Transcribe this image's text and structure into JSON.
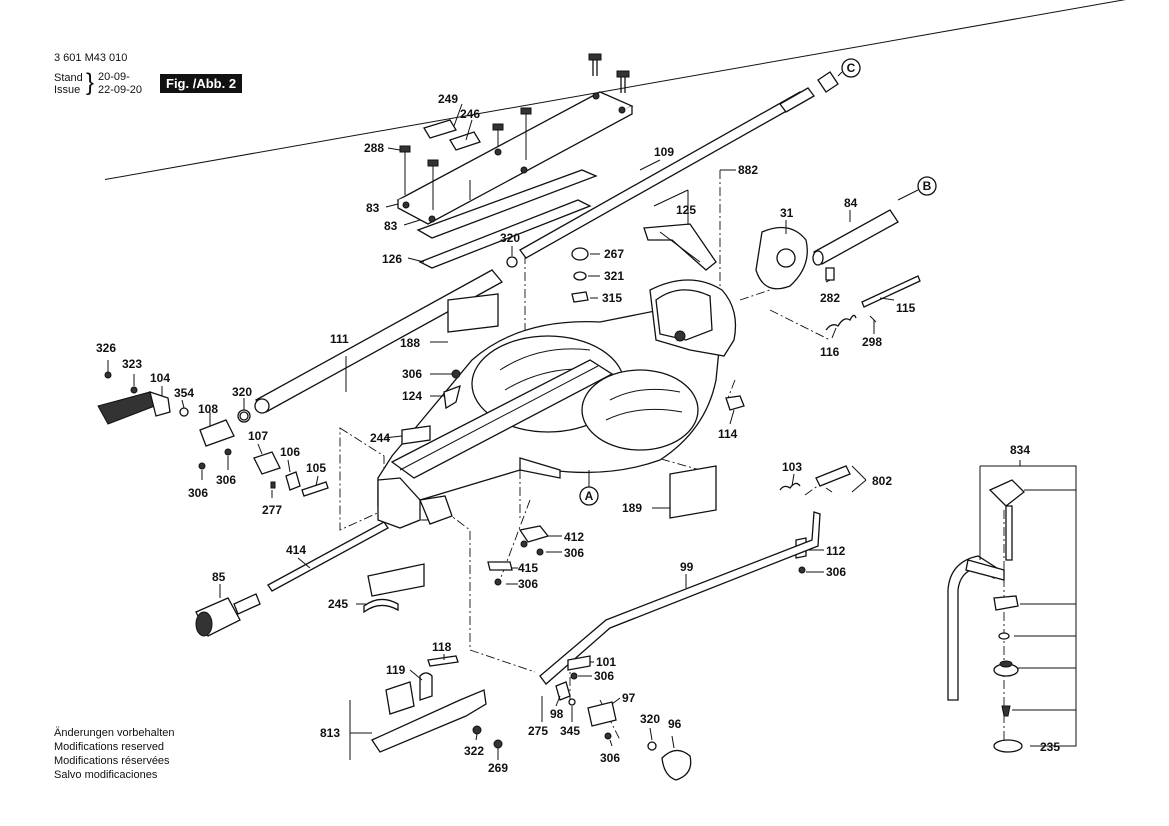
{
  "header": {
    "part_number": "3 601 M43 010",
    "stand_label": "Stand",
    "stand_value_old": "20-09-",
    "issue_label": "Issue",
    "issue_value": "22-09-20",
    "figure_label": "Fig. /Abb. 2"
  },
  "notes": [
    "Änderungen vorbehalten",
    "Modifications reserved",
    "Modifications réservées",
    "Salvo modificaciones"
  ],
  "callouts": [
    "A",
    "B",
    "C"
  ],
  "labels": {
    "l249": "249",
    "l246": "246",
    "l288": "288",
    "l83a": "83",
    "l83b": "83",
    "l126": "126",
    "l320a": "320",
    "l109": "109",
    "l882": "882",
    "l125": "125",
    "l31": "31",
    "l84": "84",
    "l267": "267",
    "l321": "321",
    "l315": "315",
    "l282": "282",
    "l115": "115",
    "l116": "116",
    "l298": "298",
    "l111": "111",
    "l188": "188",
    "l326": "326",
    "l323": "323",
    "l104": "104",
    "l354": "354",
    "l320b": "320",
    "l108": "108",
    "l306a": "306",
    "l124": "124",
    "l244": "244",
    "l107": "107",
    "l106": "106",
    "l306b": "306",
    "l306c": "306",
    "l105": "105",
    "l277": "277",
    "l114": "114",
    "l189": "189",
    "l103": "103",
    "l802": "802",
    "l412": "412",
    "l306d": "306",
    "l414": "414",
    "l415": "415",
    "l306e": "306",
    "l85": "85",
    "l99": "99",
    "l112": "112",
    "l306f": "306",
    "l245": "245",
    "l118": "118",
    "l119": "119",
    "l101": "101",
    "l306g": "306",
    "l97": "97",
    "l813": "813",
    "l98": "98",
    "l275": "275",
    "l345": "345",
    "l320c": "320",
    "l96": "96",
    "l322": "322",
    "l269": "269",
    "l306h": "306",
    "l834": "834",
    "l235": "235"
  }
}
